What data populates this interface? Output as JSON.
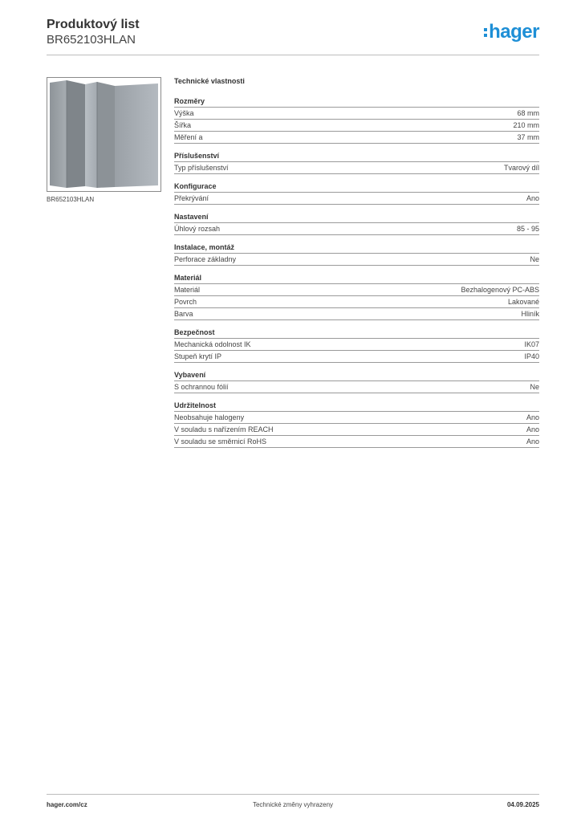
{
  "header": {
    "title": "Produktový list",
    "subtitle": "BR652103HLAN",
    "logo_text": "hager",
    "logo_color": "#1e8fd6"
  },
  "image": {
    "icon": "product-corner-piece-image",
    "caption": "BR652103HLAN"
  },
  "specs": {
    "title": "Technické vlastnosti",
    "sections": [
      {
        "title": "Rozměry",
        "rows": [
          {
            "label": "Výška",
            "value": "68 mm"
          },
          {
            "label": "Šířka",
            "value": "210 mm"
          },
          {
            "label": "Měření a",
            "value": "37 mm"
          }
        ]
      },
      {
        "title": "Příslušenství",
        "rows": [
          {
            "label": "Typ příslušenství",
            "value": "Tvarový díl"
          }
        ]
      },
      {
        "title": "Konfigurace",
        "rows": [
          {
            "label": "Překrývání",
            "value": "Ano"
          }
        ]
      },
      {
        "title": "Nastavení",
        "rows": [
          {
            "label": "Úhlový rozsah",
            "value": "85 - 95"
          }
        ]
      },
      {
        "title": "Instalace, montáž",
        "rows": [
          {
            "label": "Perforace základny",
            "value": "Ne"
          }
        ]
      },
      {
        "title": "Materiál",
        "rows": [
          {
            "label": "Materiál",
            "value": "Bezhalogenový PC-ABS"
          },
          {
            "label": "Povrch",
            "value": "Lakované"
          },
          {
            "label": "Barva",
            "value": "Hliník"
          }
        ]
      },
      {
        "title": "Bezpečnost",
        "rows": [
          {
            "label": "Mechanická odolnost IK",
            "value": "IK07"
          },
          {
            "label": "Stupeň krytí IP",
            "value": "IP40"
          }
        ]
      },
      {
        "title": "Vybavení",
        "rows": [
          {
            "label": "S ochrannou fólií",
            "value": "Ne"
          }
        ]
      },
      {
        "title": "Udržitelnost",
        "rows": [
          {
            "label": "Neobsahuje halogeny",
            "value": "Ano"
          },
          {
            "label": "V souladu s nařízením REACH",
            "value": "Ano"
          },
          {
            "label": "V souladu se směrnicí RoHS",
            "value": "Ano"
          }
        ]
      }
    ]
  },
  "footer": {
    "website": "hager.com/cz",
    "note": "Technické změny vyhrazeny",
    "date": "04.09.2025"
  }
}
